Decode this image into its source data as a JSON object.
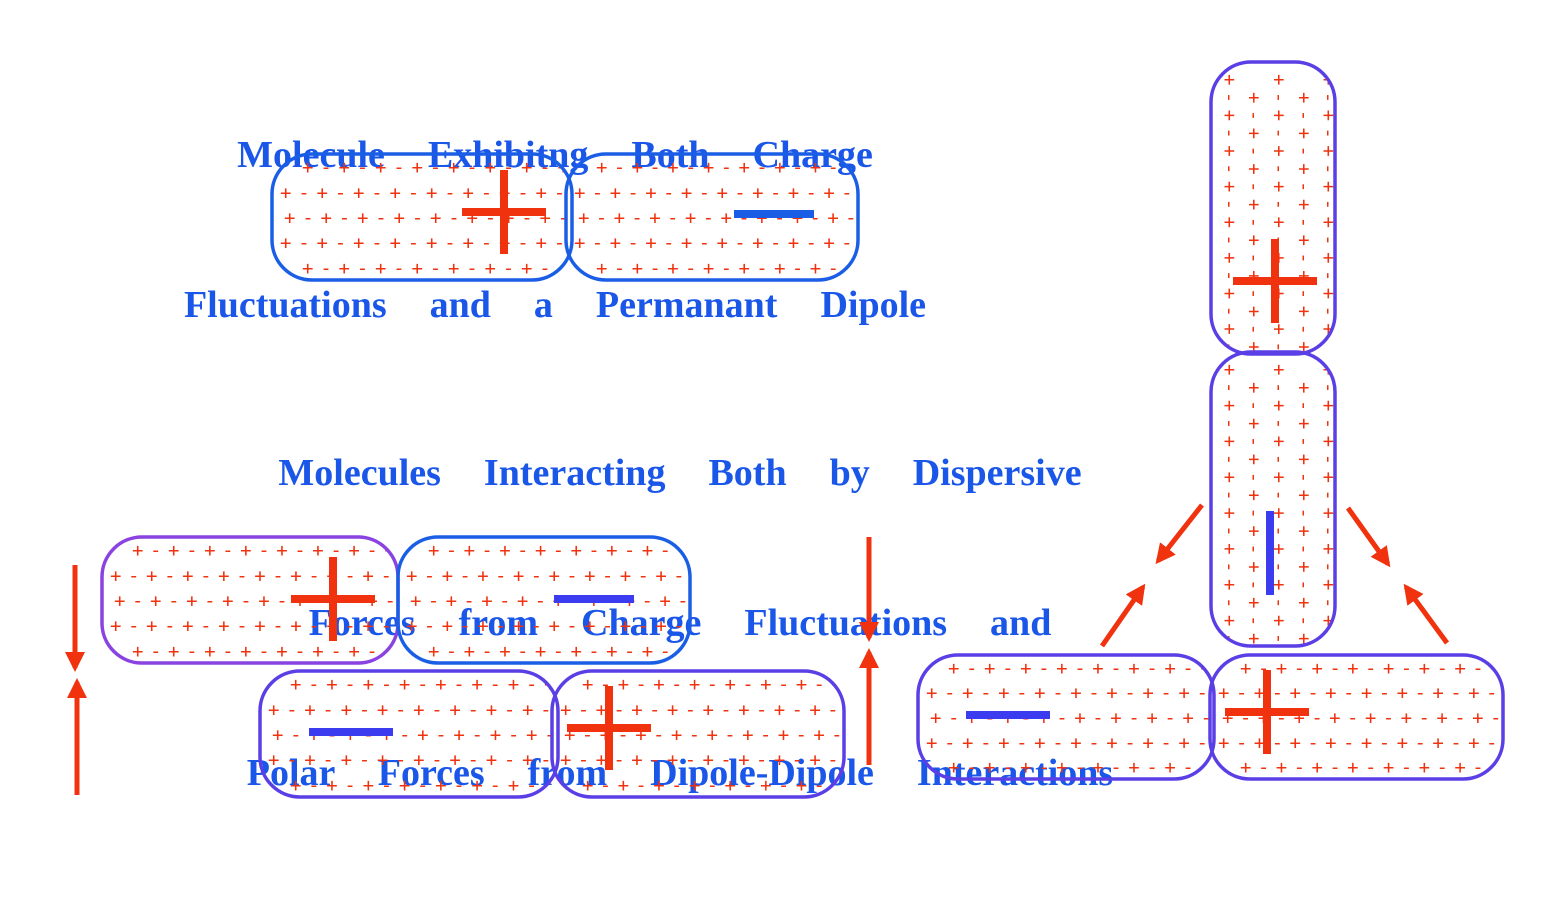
{
  "captions": {
    "single_molecule": {
      "line1": "Molecule  Exhibitng  Both  Charge",
      "line2": "Fluctuations  and  a  Permanant  Dipole"
    },
    "interacting_molecules": {
      "line1": "Molecules  Interacting  Both  by  Dispersive",
      "line2": "Forces  from  Charge  Fluctuations  and",
      "line3": "Polar  Forces  from  Dipole-Dipole  Interactions"
    }
  },
  "symbols": {
    "fluctuation_pattern": "+ - + - + - + - + - + - + - + - + - +",
    "positive": "+",
    "negative": "−"
  },
  "colors": {
    "caption": "#1a56e8",
    "charge_dots": "#f0320f",
    "dipole_plus": "#f0320f",
    "dipole_minus": "#3b3bf0",
    "outline_blue": "#1b5ee6",
    "outline_purple": "#5a3fe6",
    "outline_violet": "#8a43e0",
    "arrow": "#f0320f"
  }
}
